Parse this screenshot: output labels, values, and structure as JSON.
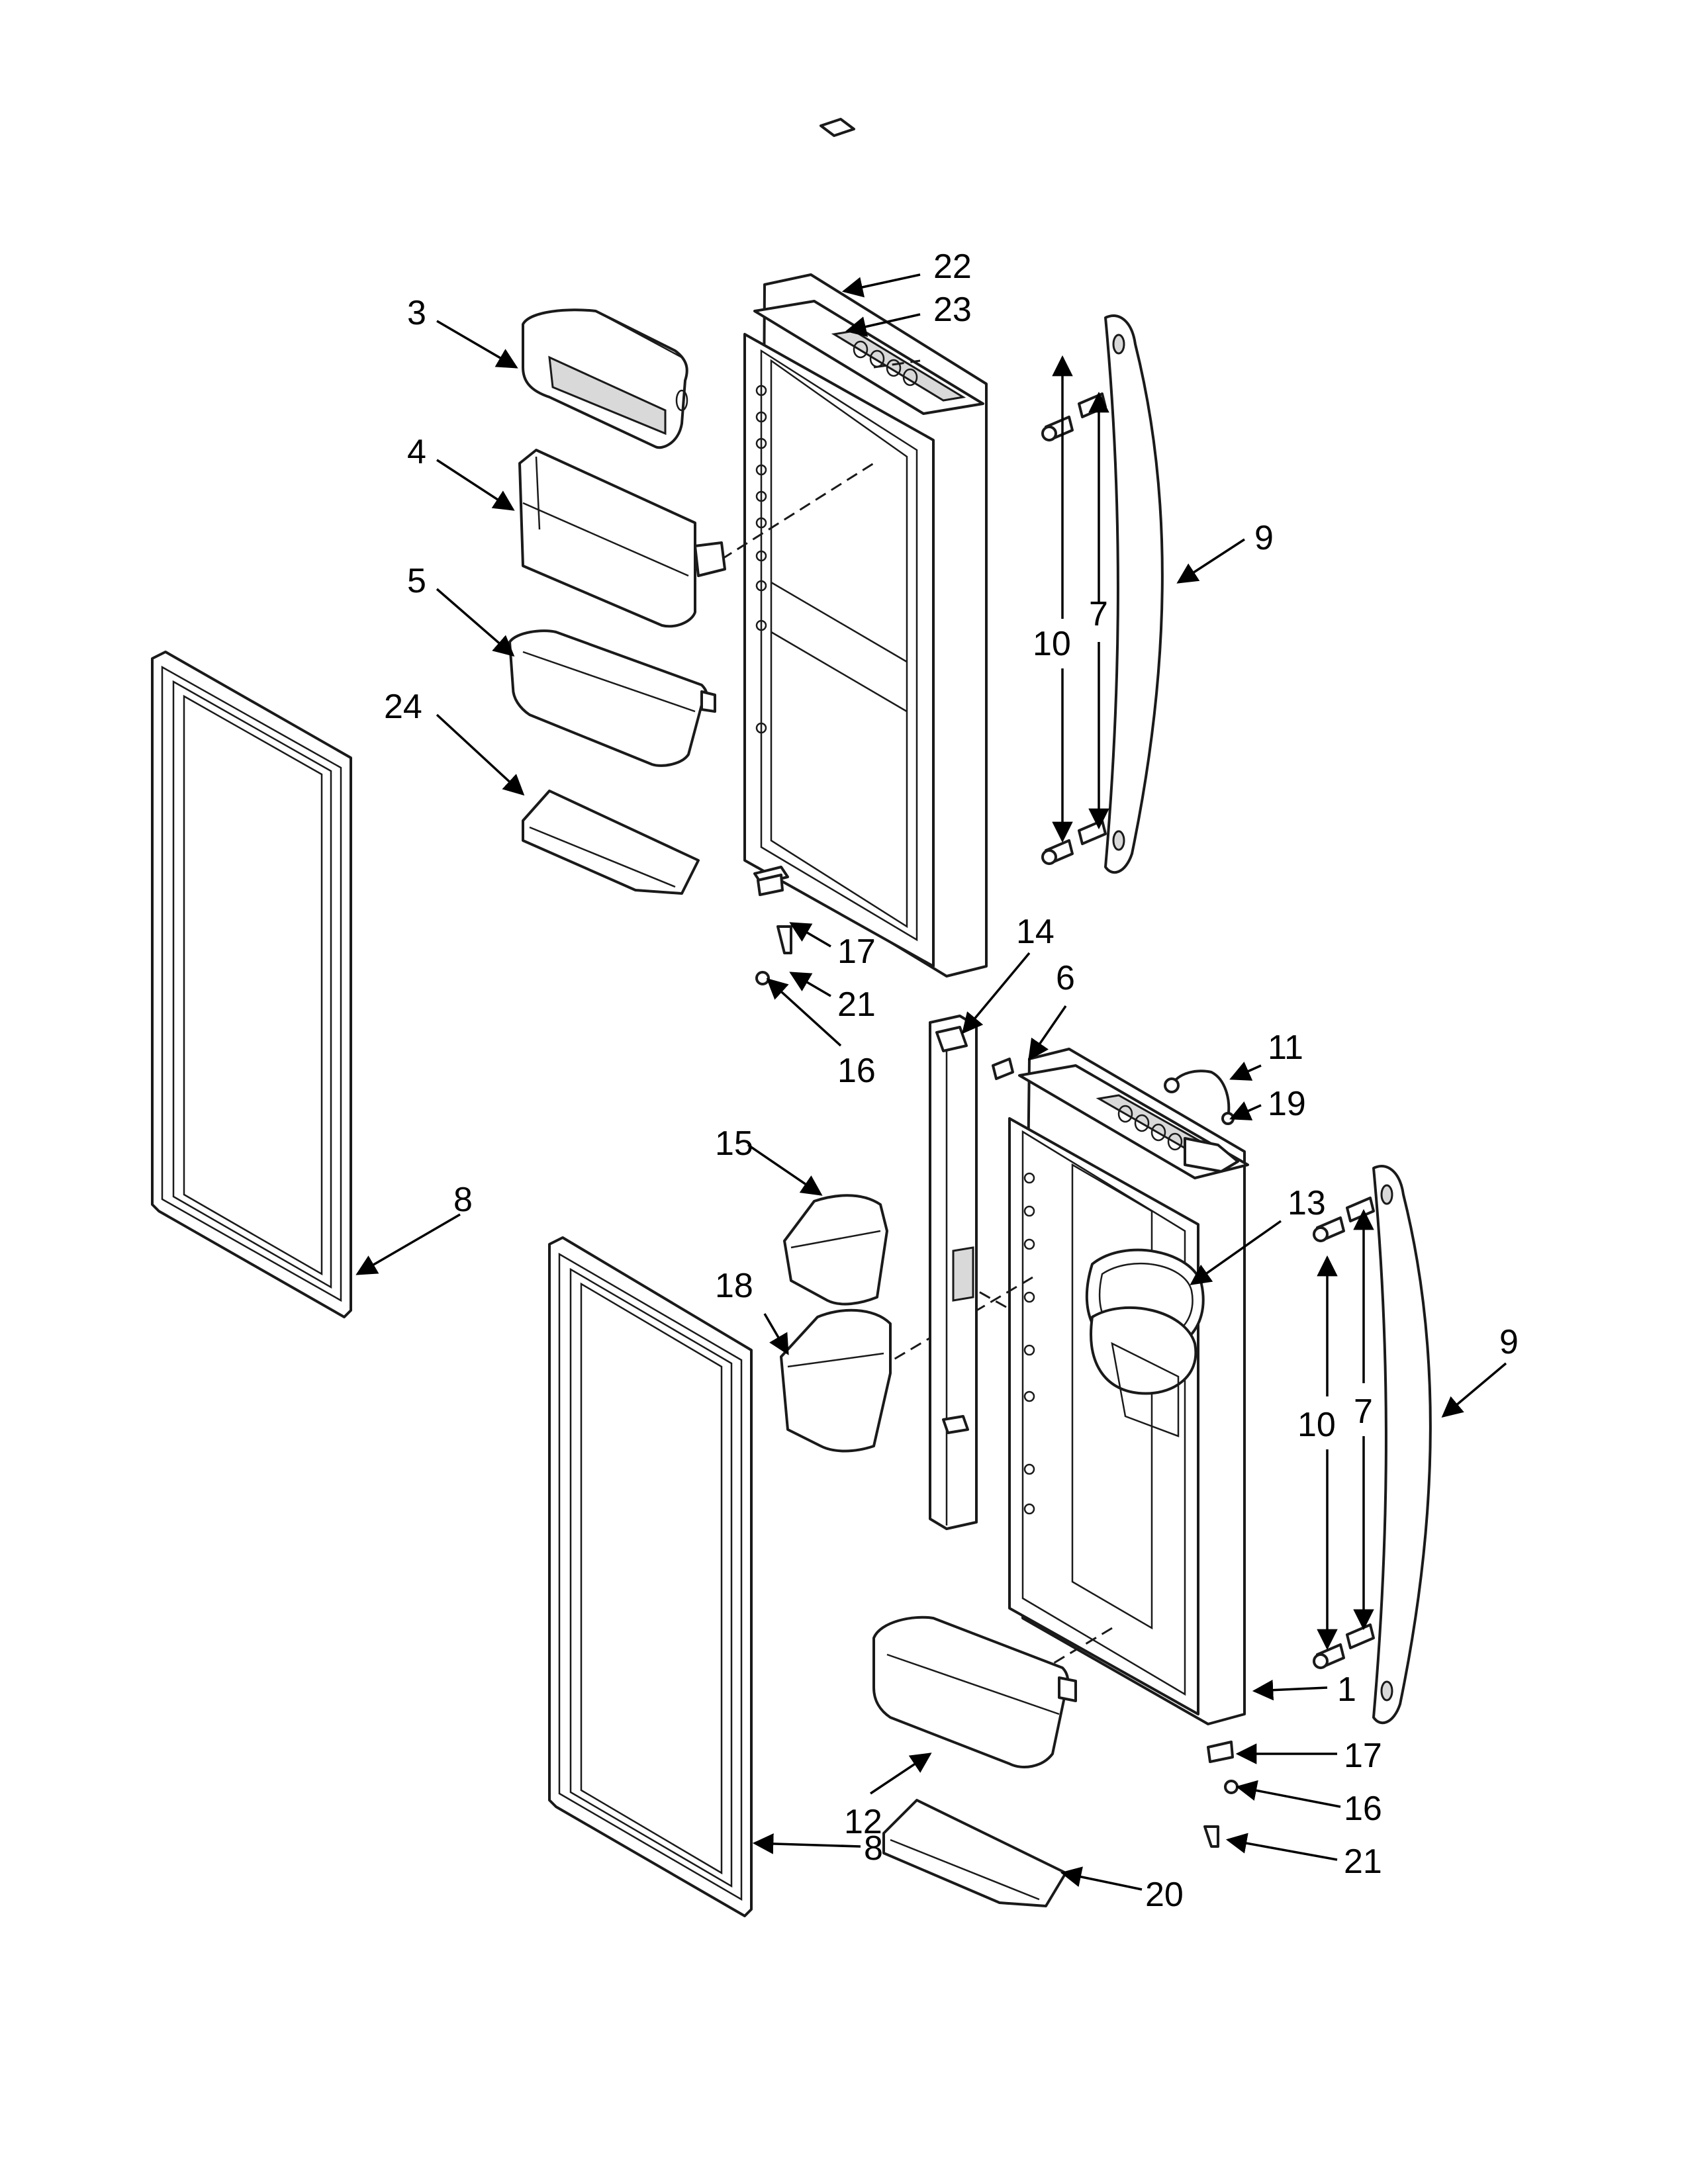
{
  "callouts": {
    "c1": "1",
    "c3": "3",
    "c4": "4",
    "c5": "5",
    "c6": "6",
    "c7a": "7",
    "c7b": "7",
    "c8a": "8",
    "c8b": "8",
    "c9a": "9",
    "c9b": "9",
    "c10a": "10",
    "c10b": "10",
    "c11": "11",
    "c12": "12",
    "c13": "13",
    "c14": "14",
    "c15": "15",
    "c16a": "16",
    "c16b": "16",
    "c17a": "17",
    "c17b": "17",
    "c18": "18",
    "c19": "19",
    "c20": "20",
    "c21a": "21",
    "c21b": "21",
    "c22": "22",
    "c23": "23",
    "c24": "24"
  }
}
